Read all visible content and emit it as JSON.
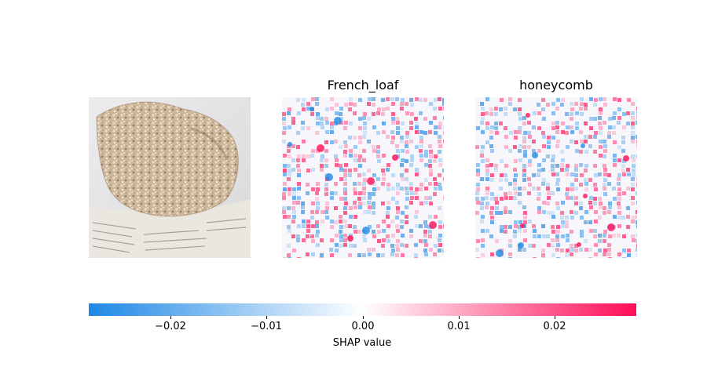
{
  "chart_data": {
    "type": "heatmap",
    "panels": [
      {
        "title": "",
        "kind": "input-image"
      },
      {
        "title": "French_loaf",
        "kind": "shap-map"
      },
      {
        "title": "honeycomb",
        "kind": "shap-map"
      }
    ],
    "colorbar": {
      "label": "SHAP value",
      "range": [
        -0.0285,
        0.0285
      ],
      "ticks": [
        -0.02,
        -0.01,
        0.0,
        0.01,
        0.02
      ],
      "tick_labels": [
        "−0.02",
        "−0.01",
        "0.00",
        "0.01",
        "0.02"
      ],
      "colors": {
        "negative": "#1e88e5",
        "zero": "#ffffff",
        "positive": "#ff0d57"
      }
    }
  }
}
